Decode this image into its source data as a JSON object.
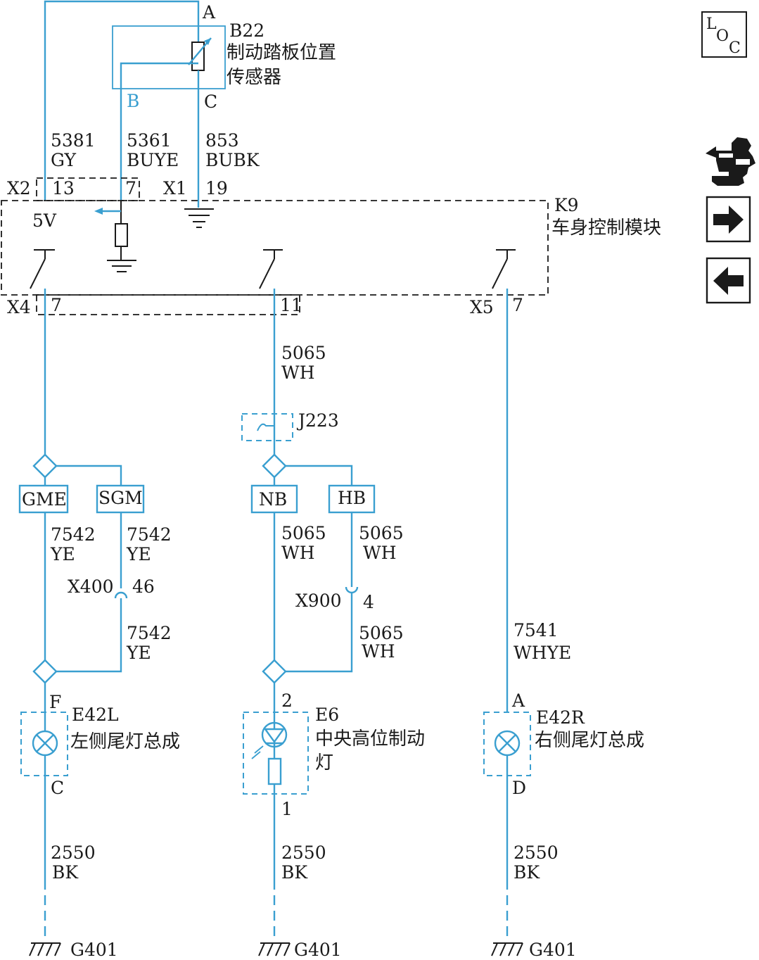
{
  "sensor": {
    "ref": "B22",
    "name_line1": "制动踏板位置",
    "name_line2": "传感器",
    "pin_a": "A",
    "pin_b": "B",
    "pin_c": "C"
  },
  "wires_top": [
    {
      "circuit": "5381",
      "color": "GY"
    },
    {
      "circuit": "5361",
      "color": "BUYE"
    },
    {
      "circuit": "853",
      "color": "BUBK"
    }
  ],
  "bcm": {
    "ref": "K9",
    "name": "车身控制模块",
    "voltage": "5V",
    "conn_x2": "X2",
    "pin_13": "13",
    "pin_7_top": "7",
    "conn_x1": "X1",
    "pin_19": "19",
    "conn_x4": "X4",
    "pin_7_x4": "7",
    "pin_11": "11",
    "conn_x5": "X5",
    "pin_7_x5": "7"
  },
  "mid_wire": {
    "circuit": "5065",
    "color": "WH"
  },
  "splice": {
    "ref": "J223"
  },
  "options": {
    "gme": "GME",
    "sgm": "SGM",
    "nb": "NB",
    "hb": "HB"
  },
  "branch_wires": {
    "left_a": {
      "circuit": "7542",
      "color": "YE"
    },
    "left_b": {
      "circuit": "7542",
      "color": "YE"
    },
    "left_c": {
      "circuit": "7542",
      "color": "YE"
    },
    "mid_a": {
      "circuit": "5065",
      "color": "WH"
    },
    "mid_b": {
      "circuit": "5065",
      "color": "WH"
    },
    "mid_c": {
      "circuit": "5065",
      "color": "WH"
    },
    "right": {
      "circuit": "7541",
      "color": "WHYE"
    }
  },
  "inline_connectors": {
    "x400": {
      "ref": "X400",
      "pin": "46"
    },
    "x900": {
      "ref": "X900",
      "pin": "4"
    }
  },
  "lamps": {
    "left": {
      "ref": "E42L",
      "name": "左侧尾灯总成",
      "pin_in": "F",
      "pin_out": "C"
    },
    "center": {
      "ref": "E6",
      "name_line1": "中央高位制动",
      "name_line2": "灯",
      "pin_in": "2",
      "pin_out": "1"
    },
    "right": {
      "ref": "E42R",
      "name": "右侧尾灯总成",
      "pin_in": "A",
      "pin_out": "D"
    }
  },
  "ground_wires": [
    {
      "circuit": "2550",
      "color": "BK"
    },
    {
      "circuit": "2550",
      "color": "BK"
    },
    {
      "circuit": "2550",
      "color": "BK"
    }
  ],
  "grounds": [
    "G401",
    "G401",
    "G401"
  ],
  "loc_box": {
    "l": "L",
    "o": "O",
    "c": "C"
  },
  "nav_icons": [
    "connector-tool-icon",
    "arrow-right-icon",
    "arrow-left-icon"
  ],
  "colors": {
    "wire": "#3a9fd0",
    "ink": "#1a1a1a"
  }
}
